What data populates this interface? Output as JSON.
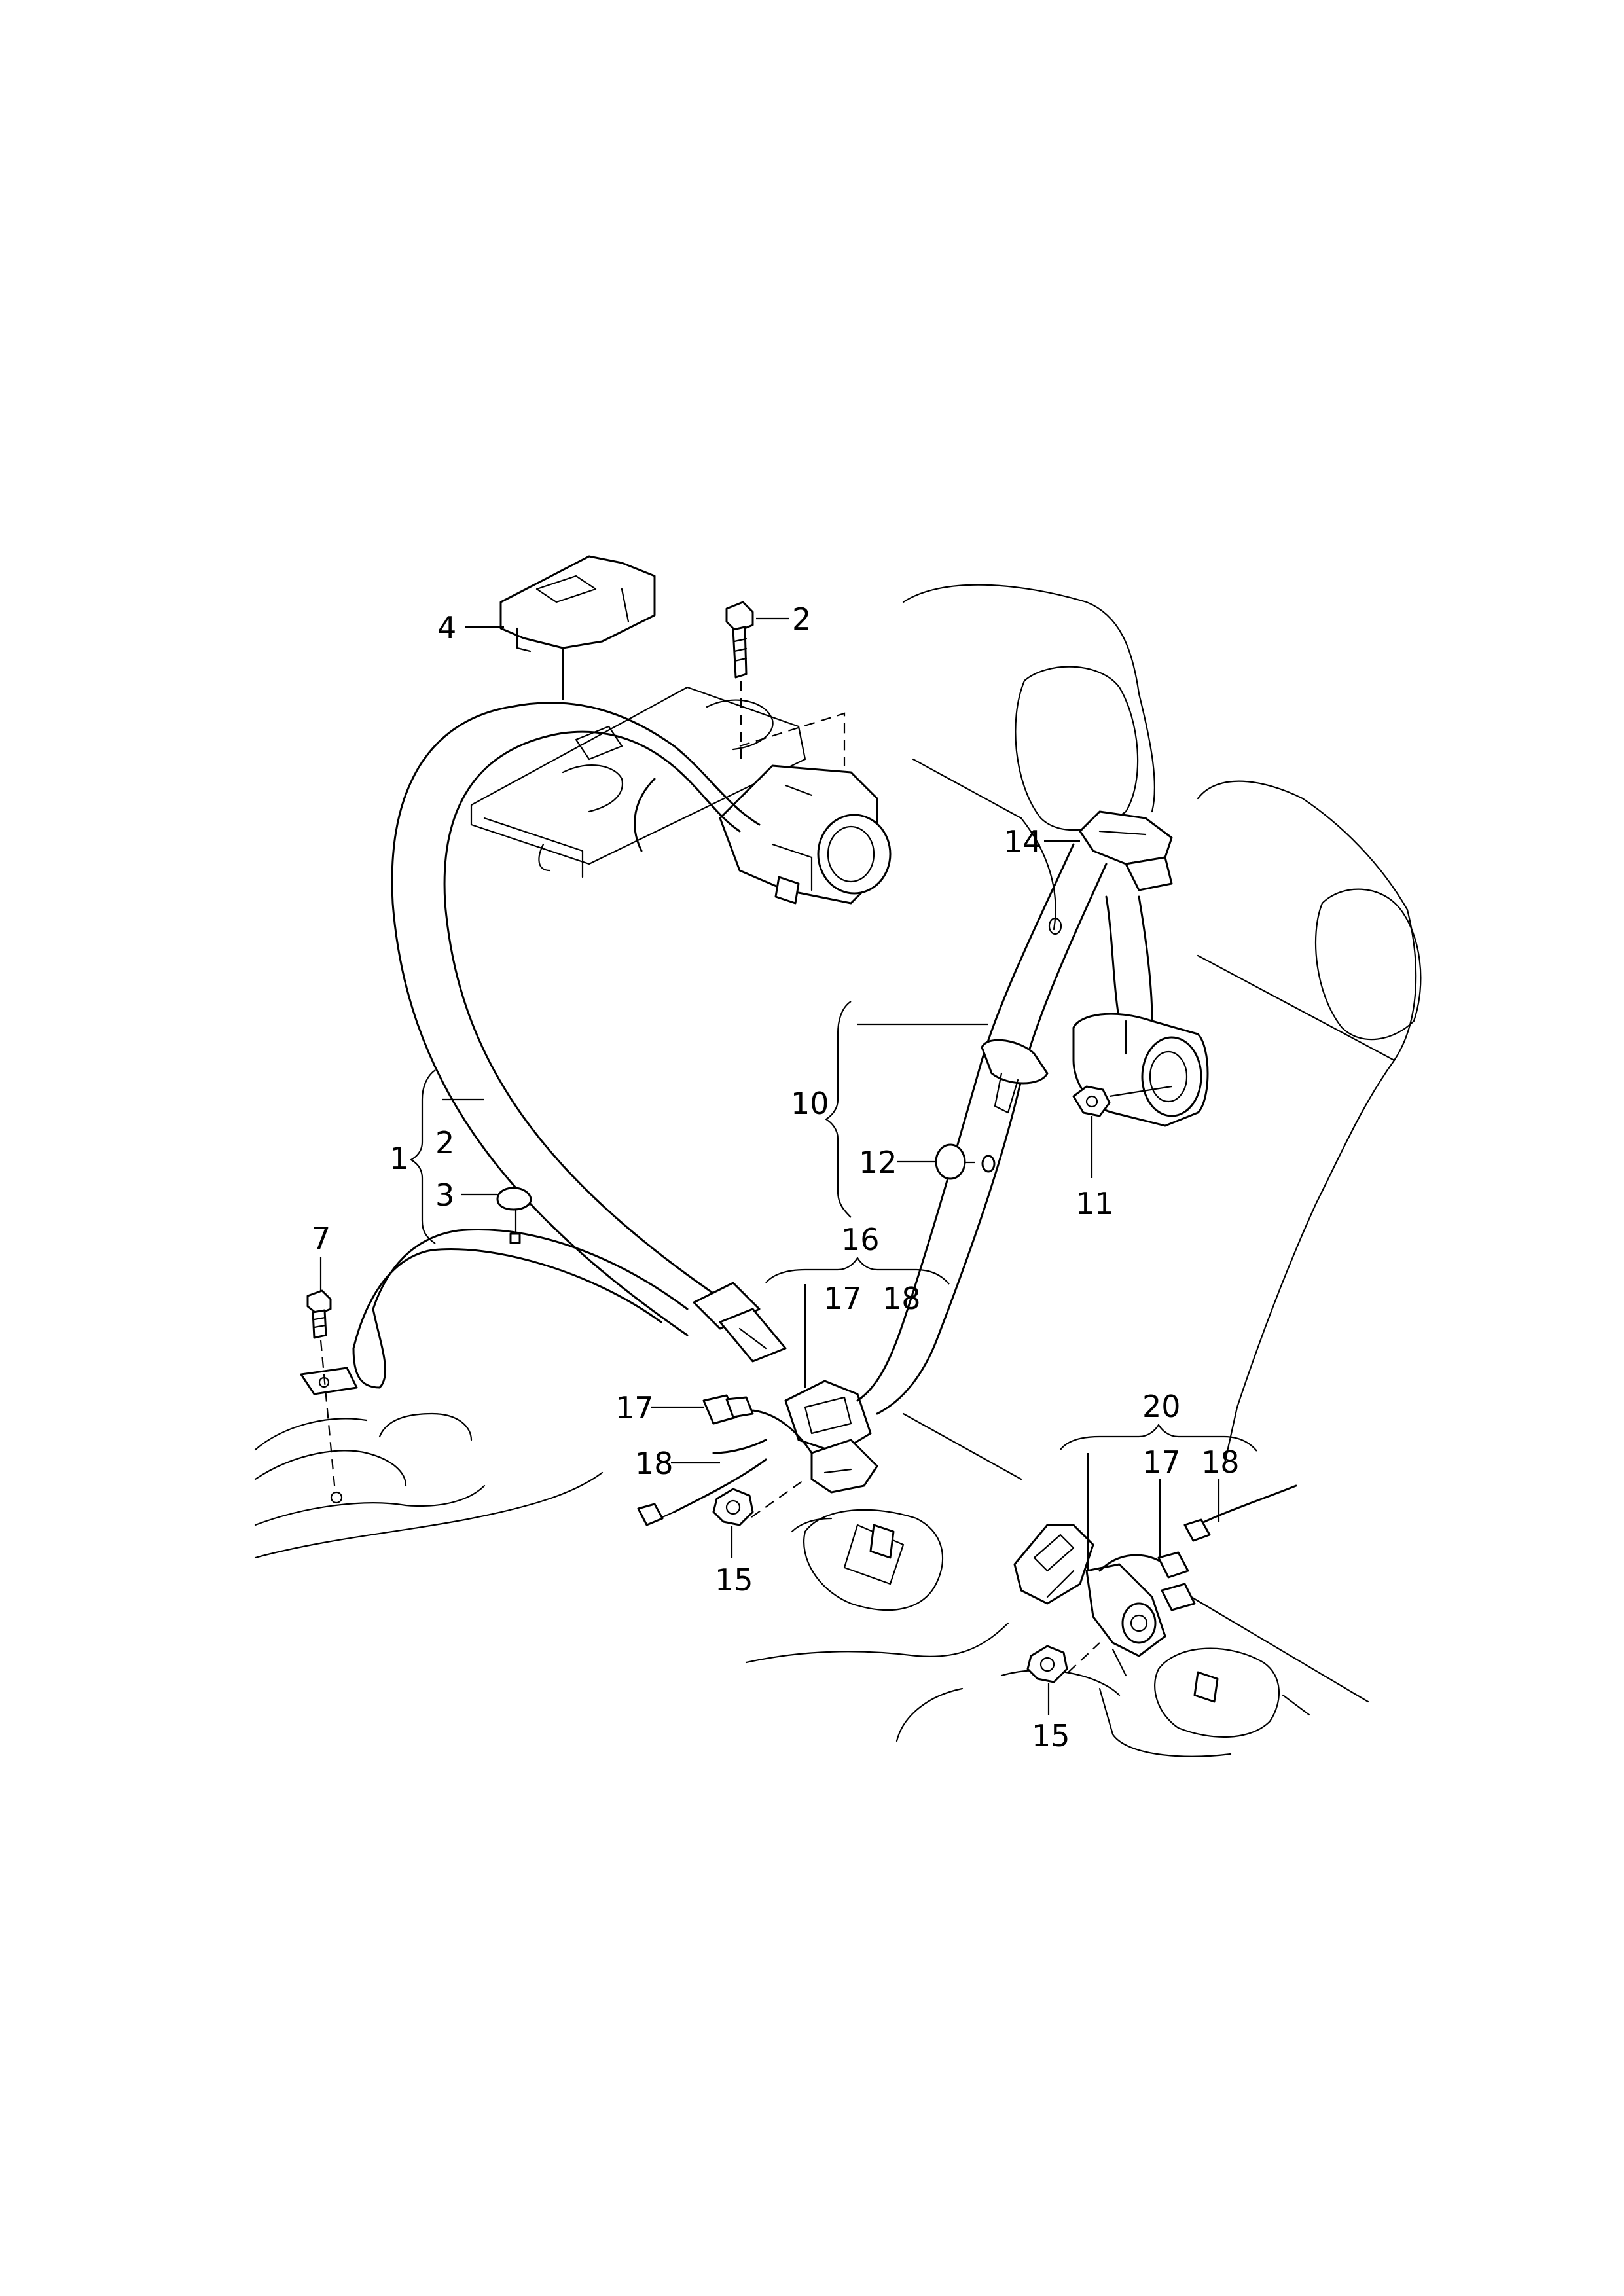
{
  "callouts": {
    "c1": "1",
    "c2a": "2",
    "c2b": "2",
    "c3": "3",
    "c4": "4",
    "c7": "7",
    "c10": "10",
    "c11": "11",
    "c12": "12",
    "c14": "14",
    "c15a": "15",
    "c15b": "15",
    "c16": "16",
    "c17a": "17",
    "c17b": "17",
    "c17c": "17",
    "c18a": "18",
    "c18b": "18",
    "c18c": "18",
    "c20": "20"
  }
}
